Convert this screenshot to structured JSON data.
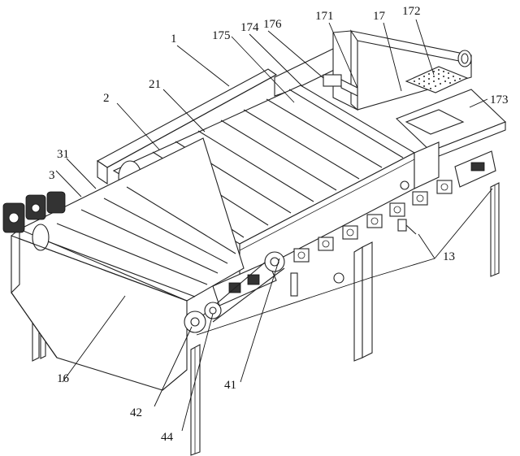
{
  "figure": {
    "labels": [
      {
        "id": "1",
        "text": "1"
      },
      {
        "id": "2",
        "text": "2"
      },
      {
        "id": "21",
        "text": "21"
      },
      {
        "id": "3",
        "text": "3"
      },
      {
        "id": "31",
        "text": "31"
      },
      {
        "id": "13",
        "text": "13"
      },
      {
        "id": "16",
        "text": "16"
      },
      {
        "id": "17",
        "text": "17"
      },
      {
        "id": "171",
        "text": "171"
      },
      {
        "id": "172",
        "text": "172"
      },
      {
        "id": "173",
        "text": "173"
      },
      {
        "id": "174",
        "text": "174"
      },
      {
        "id": "175",
        "text": "175"
      },
      {
        "id": "176",
        "text": "176"
      },
      {
        "id": "41",
        "text": "41"
      },
      {
        "id": "42",
        "text": "42"
      },
      {
        "id": "44",
        "text": "44"
      }
    ]
  }
}
